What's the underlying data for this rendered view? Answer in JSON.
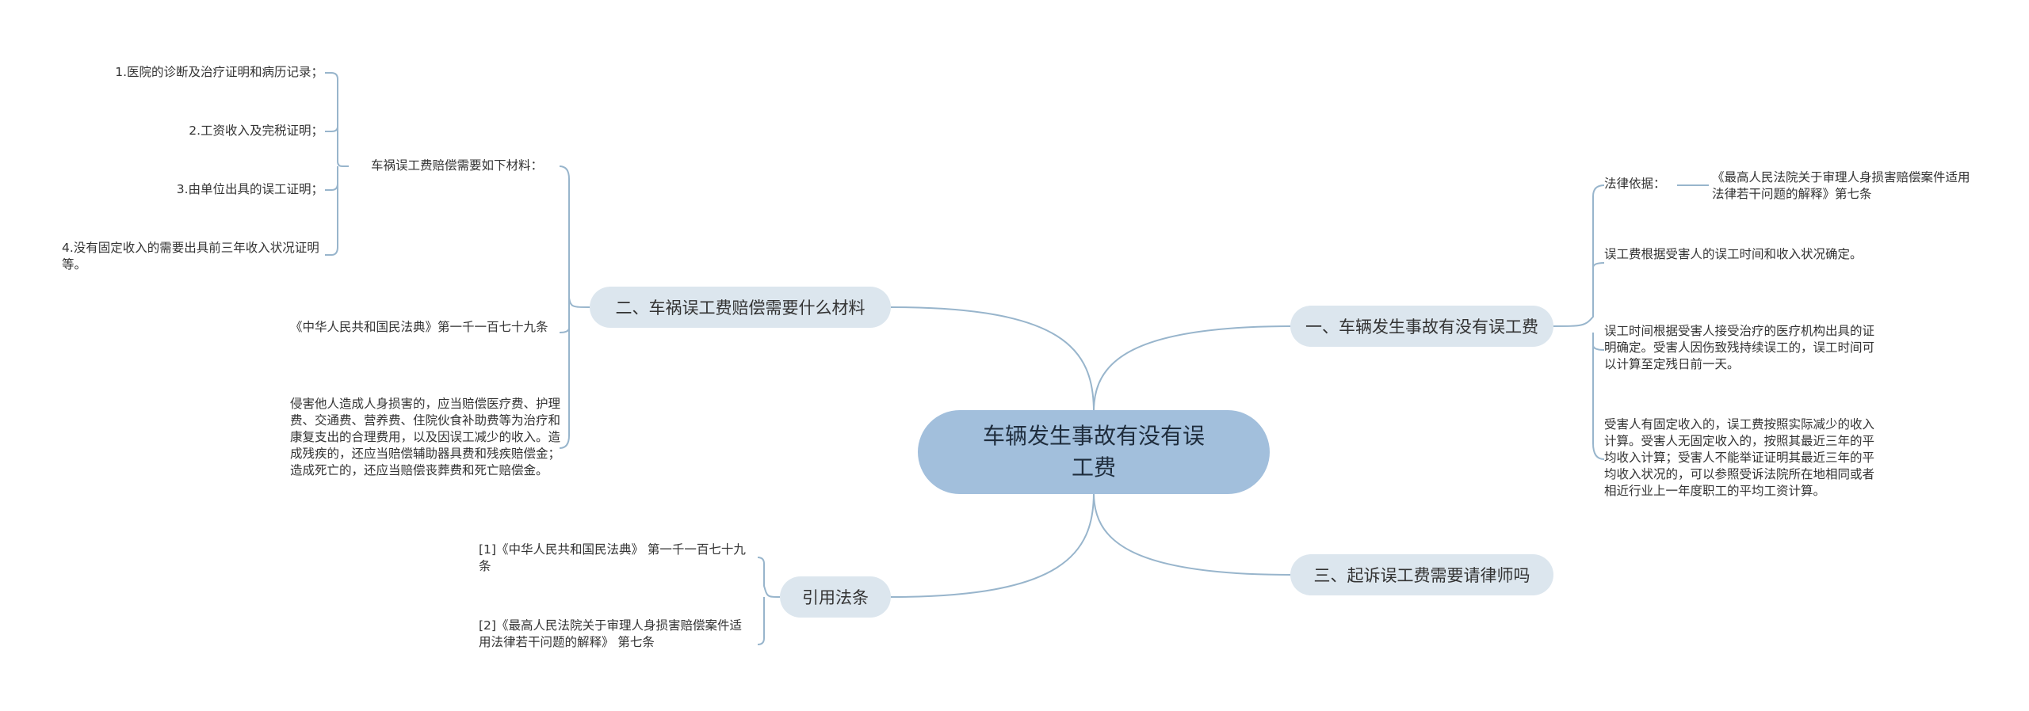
{
  "root": {
    "title": "车辆发生事故有没有误工费"
  },
  "branches": {
    "b1": {
      "label": "一、车辆发生事故有没有误工费",
      "legal_label": "法律依据：",
      "legal_text": "《最高人民法院关于审理人身损害赔偿案件适用法律若干问题的解释》第七条",
      "items": [
        "误工费根据受害人的误工时间和收入状况确定。",
        "误工时间根据受害人接受治疗的医疗机构出具的证明确定。受害人因伤致残持续误工的，误工时间可以计算至定残日前一天。",
        "受害人有固定收入的，误工费按照实际减少的收入计算。受害人无固定收入的，按照其最近三年的平均收入计算；受害人不能举证证明其最近三年的平均收入状况的，可以参照受诉法院所在地相同或者相近行业上一年度职工的平均工资计算。"
      ]
    },
    "b2": {
      "label": "二、车祸误工费赔偿需要什么材料",
      "sub_label": "车祸误工费赔偿需要如下材料：",
      "materials": [
        "1.医院的诊断及治疗证明和病历记录；",
        "2.工资收入及完税证明；",
        "3.由单位出具的误工证明；",
        "4.没有固定收入的需要出具前三年收入状况证明等。"
      ],
      "law_ref": "《中华人民共和国民法典》第一千一百七十九条",
      "law_text": "侵害他人造成人身损害的，应当赔偿医疗费、护理费、交通费、营养费、住院伙食补助费等为治疗和康复支出的合理费用，以及因误工减少的收入。造成残疾的，还应当赔偿辅助器具费和残疾赔偿金；造成死亡的，还应当赔偿丧葬费和死亡赔偿金。"
    },
    "b3": {
      "label": "三、起诉误工费需要请律师吗"
    },
    "b4": {
      "label": "引用法条",
      "refs": [
        "[1]《中华人民共和国民法典》 第一千一百七十九条",
        "[2]《最高人民法院关于审理人身损害赔偿案件适用法律若干问题的解释》 第七条"
      ]
    }
  },
  "colors": {
    "line": "#98b5cc",
    "root_fill": "#a2bfdc",
    "branch_fill": "#dce6ee"
  }
}
